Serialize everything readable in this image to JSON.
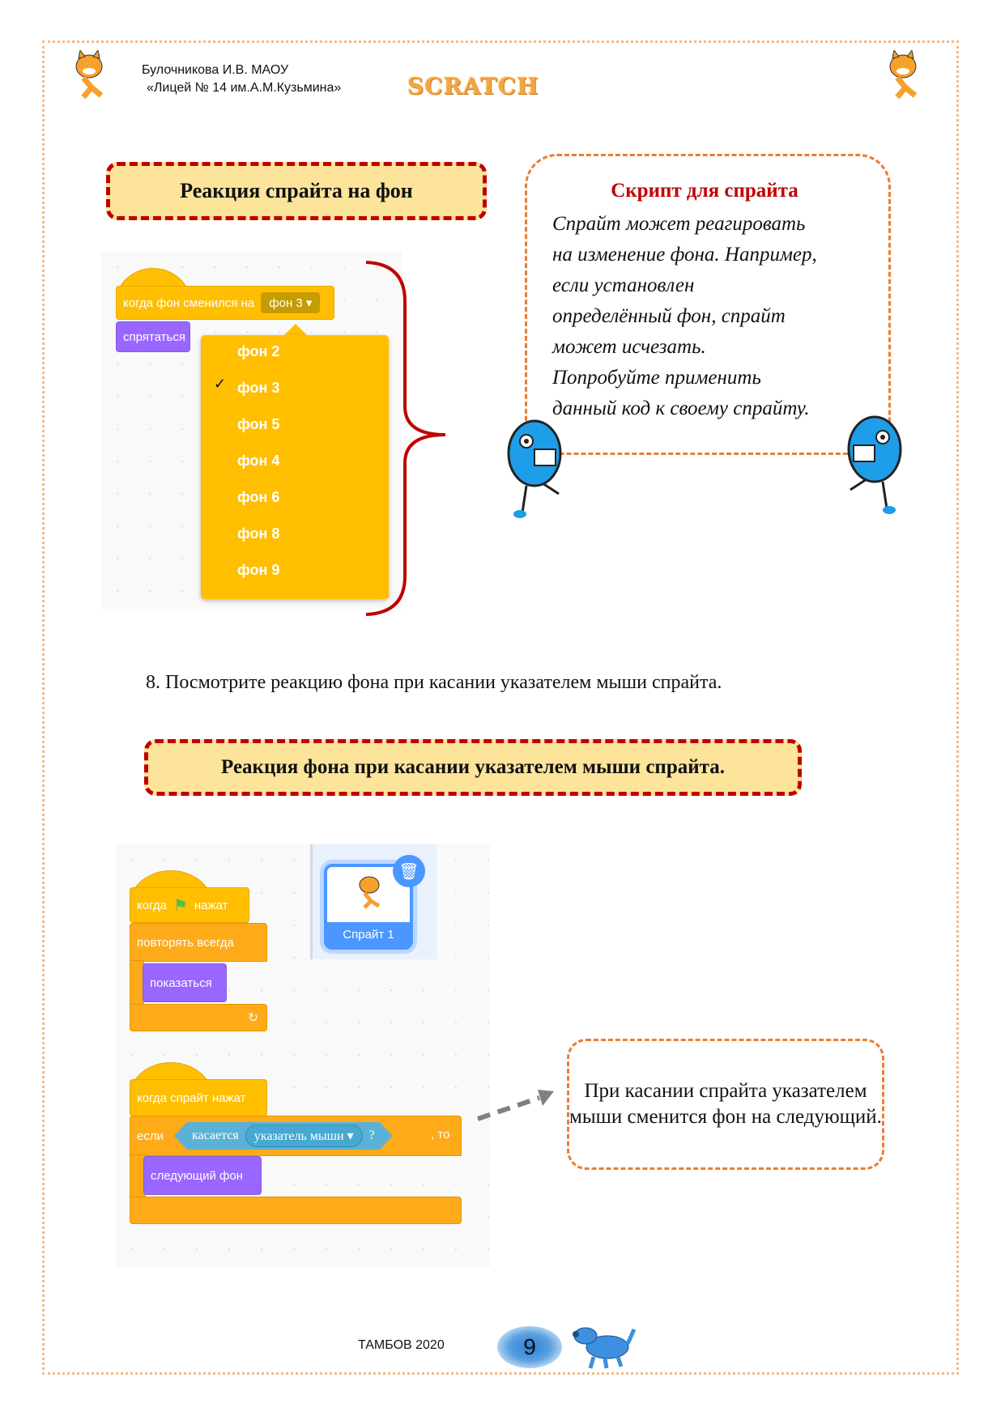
{
  "header": {
    "author": "Булочникова И.В. МАОУ",
    "school": "«Лицей № 14 им.А.М.Кузьмина»",
    "logo_text": "SCRATCH"
  },
  "section1": {
    "title": "Реакция спрайта на фон",
    "script": {
      "hat_block": "когда фон сменился на",
      "hat_dropdown_value": "фон 3",
      "body_block": "спрятаться",
      "menu_items": [
        {
          "label": "фон 2",
          "checked": false
        },
        {
          "label": "фон 3",
          "checked": true
        },
        {
          "label": "фон 5",
          "checked": false
        },
        {
          "label": "фон 4",
          "checked": false
        },
        {
          "label": "фон 6",
          "checked": false
        },
        {
          "label": "фон 8",
          "checked": false
        },
        {
          "label": "фон 9",
          "checked": false
        }
      ],
      "check_glyph": "✓"
    },
    "note": {
      "title": "Скрипт для спрайта",
      "lines": [
        "Спрайт может реагировать",
        "на изменение фона. Например,",
        "если установлен",
        "определённый фон, спрайт",
        "может исчезать.",
        "Попробуйте применить",
        "данный код к своему спрайту."
      ]
    }
  },
  "step": "8. Посмотрите реакцию фона при касании указателем мыши спрайта.",
  "section2": {
    "title": "Реакция фона при касании указателем мыши спрайта.",
    "script1": {
      "hat_prefix": "когда",
      "hat_suffix": "нажат",
      "loop": "повторять всегда",
      "inner": "показаться",
      "loop_arrow": "↻"
    },
    "script2": {
      "hat": "когда спрайт нажат",
      "if_label": "если",
      "sensing": "касается",
      "sensing_dropdown": "указатель мыши",
      "question": "?",
      "then_label": ", то",
      "inner": "следующий фон"
    },
    "sprite": {
      "name": "Спрайт 1",
      "delete_icon": "🗑"
    },
    "note": "При касании спрайта указателем мыши сменится фон на следующий."
  },
  "footer": {
    "city_year": "ТАМБОВ 2020",
    "page_number": "9"
  },
  "colors": {
    "title_border": "#c00000",
    "title_fill": "#fde49b",
    "note_border": "#ed7d31",
    "events": "#ffbf00",
    "control": "#ffab19",
    "looks": "#9966ff",
    "sensing": "#5cb1d6"
  }
}
